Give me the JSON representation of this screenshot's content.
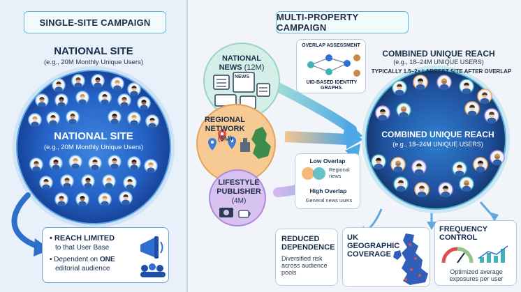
{
  "left": {
    "header": "SINGLE-SITE CAMPAIGN",
    "site_title": "NATIONAL SITE",
    "site_subtitle": "(e.g., 20M Monthly Unique Users)",
    "circle_title": "NATIONAL SITE",
    "circle_subtitle": "(e.g., 20M Monthly Unique Users)",
    "reach_title": "REACH LIMITED",
    "reach_line1": "to that User Base",
    "dep_prefix": "Dependent on",
    "dep_emph": "ONE",
    "dep_line2": "editorial audience"
  },
  "right": {
    "header": "MULTI-PROPERTY CAMPAIGN",
    "national": {
      "title1": "NATIONAL",
      "title2": "NEWS",
      "count": "(12M)",
      "badge": "NEWS"
    },
    "regional": {
      "title1": "REGIONAL",
      "title2": "NETWORK",
      "count": "(5M)"
    },
    "lifestyle": {
      "title1": "LIFESTYLE",
      "title2": "PUBLISHER",
      "count": "(4M)"
    },
    "overlap_assess": {
      "title": "OVERLAP ASSESSMENT",
      "caption1": "UID-BASED IDENTITY",
      "caption2": "GRAPHS."
    },
    "overlap_box": {
      "low_title": "Low Overlap",
      "low_label1": "Regional",
      "low_label2": "news",
      "high_title": "High Overlap",
      "high_label": "General news users"
    },
    "combined": {
      "arc1": "COMBINED UNIQUE REACH",
      "arc2": "(e.g., 18–24M UNIQUE USERS)",
      "arc3": "TYPICALLY 1.5–2× LARGEST SITE AFTER OVERLAP",
      "title": "COMBINED UNIQUE REACH",
      "subtitle": "(e.g., 18–24M UNIQUE USERS)"
    },
    "reduced": {
      "title1": "REDUCED",
      "title2": "DEPENDENCE",
      "line1": "Diversified risk",
      "line2": "across audience",
      "line3": "pools"
    },
    "geo": {
      "title1": "UK",
      "title2": "GEOGRAPHIC",
      "title3": "COVERAGE"
    },
    "freq": {
      "title1": "FREQUENCY",
      "title2": "CONTROL",
      "line1": "Optimized average",
      "line2": "exposures per user"
    }
  },
  "colors": {
    "blue_dark": "#143a8c",
    "blue_mid": "#2f6fd1",
    "teal": "#3fb3b8",
    "green": "#8cc98a",
    "orange": "#f2a95a",
    "purple": "#b08ad8"
  }
}
